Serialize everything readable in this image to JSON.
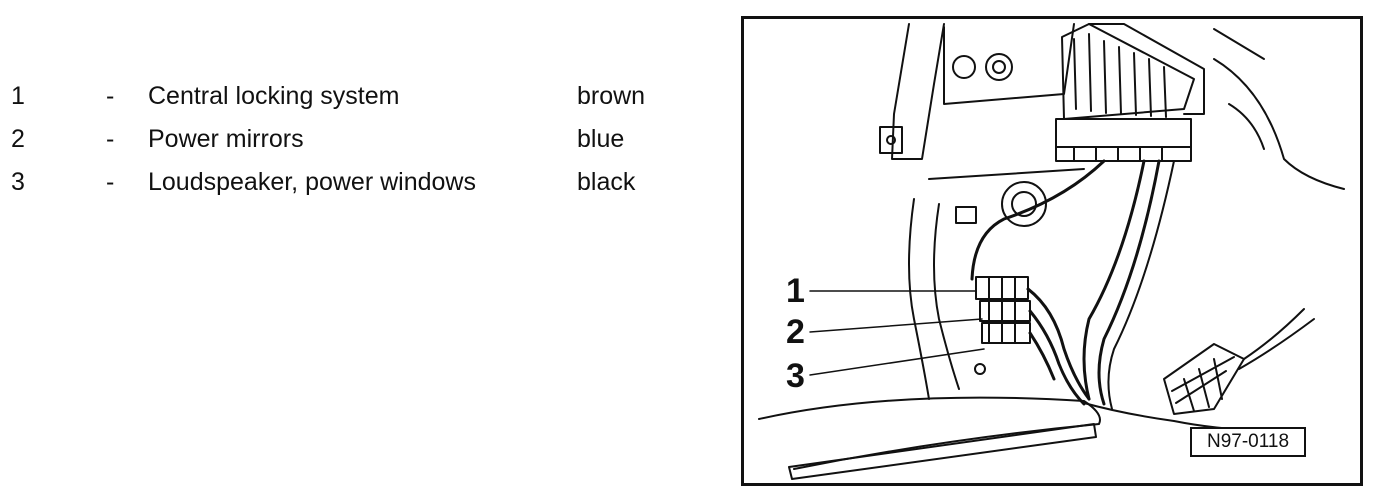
{
  "legend": [
    {
      "number": "1",
      "dash": "-",
      "description": "Central locking system",
      "color": "brown"
    },
    {
      "number": "2",
      "dash": "-",
      "description": "Power mirrors",
      "color": "blue"
    },
    {
      "number": "3",
      "dash": "-",
      "description": "Loudspeaker, power windows",
      "color": "black"
    }
  ],
  "figure": {
    "callouts": [
      "1",
      "2",
      "3"
    ],
    "id": "N97-0118"
  }
}
